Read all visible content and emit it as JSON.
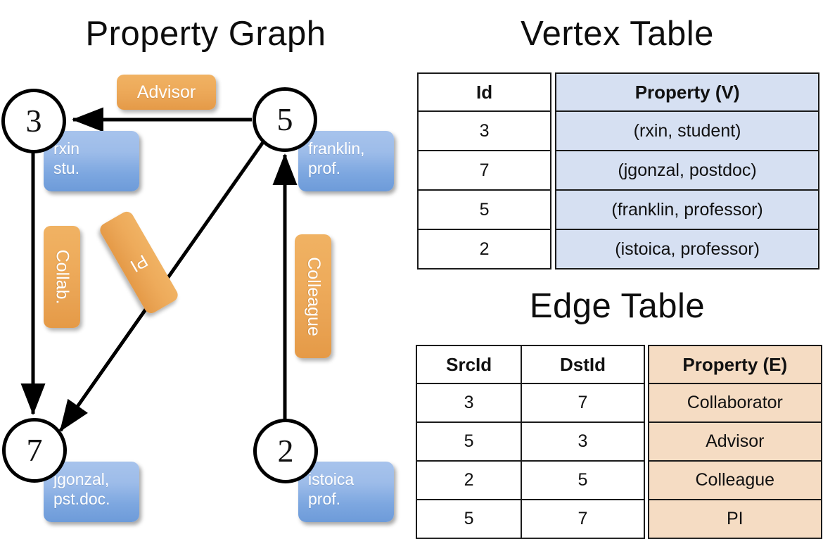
{
  "titles": {
    "graph": "Property Graph",
    "vertex_table": "Vertex Table",
    "edge_table": "Edge Table"
  },
  "graph": {
    "nodes": [
      {
        "id": "3",
        "property": "rxin\nstu."
      },
      {
        "id": "5",
        "property": "franklin,\nprof."
      },
      {
        "id": "7",
        "property": "jgonzal,\npst.doc."
      },
      {
        "id": "2",
        "property": "istoica\nprof."
      }
    ],
    "node_labels": {
      "n3": "3",
      "n5": "5",
      "n7": "7",
      "n2": "2"
    },
    "vertex_boxes": {
      "rxin_line1": "rxin",
      "rxin_line2": "stu.",
      "franklin_line1": "franklin,",
      "franklin_line2": "prof.",
      "jgonzal_line1": "jgonzal,",
      "jgonzal_line2": "pst.doc.",
      "istoica_line1": "istoica",
      "istoica_line2": "prof."
    },
    "edge_labels": {
      "advisor": "Advisor",
      "collab": "Collab.",
      "pi": "PI",
      "colleague": "Colleague"
    },
    "edges": [
      {
        "src": "5",
        "dst": "3",
        "label": "Advisor"
      },
      {
        "src": "3",
        "dst": "7",
        "label": "Collab."
      },
      {
        "src": "5",
        "dst": "7",
        "label": "PI"
      },
      {
        "src": "2",
        "dst": "5",
        "label": "Colleague"
      }
    ]
  },
  "vertex_table": {
    "headers": [
      "Id",
      "Property (V)"
    ],
    "rows": [
      {
        "id": "3",
        "property": "(rxin, student)"
      },
      {
        "id": "7",
        "property": "(jgonzal, postdoc)"
      },
      {
        "id": "5",
        "property": "(franklin, professor)"
      },
      {
        "id": "2",
        "property": "(istoica, professor)"
      }
    ]
  },
  "edge_table": {
    "headers": [
      "SrcId",
      "DstId",
      "Property (E)"
    ],
    "rows": [
      {
        "src": "3",
        "dst": "7",
        "property": "Collaborator"
      },
      {
        "src": "5",
        "dst": "3",
        "property": "Advisor"
      },
      {
        "src": "2",
        "dst": "5",
        "property": "Colleague"
      },
      {
        "src": "5",
        "dst": "7",
        "property": "PI"
      }
    ]
  },
  "colors": {
    "vertex_property_bg": "#d6e0f2",
    "edge_property_bg": "#f5dcc3",
    "node_box_blue": "#7da7e0",
    "edge_label_orange": "#e9a353",
    "border": "#1a1a1a"
  }
}
